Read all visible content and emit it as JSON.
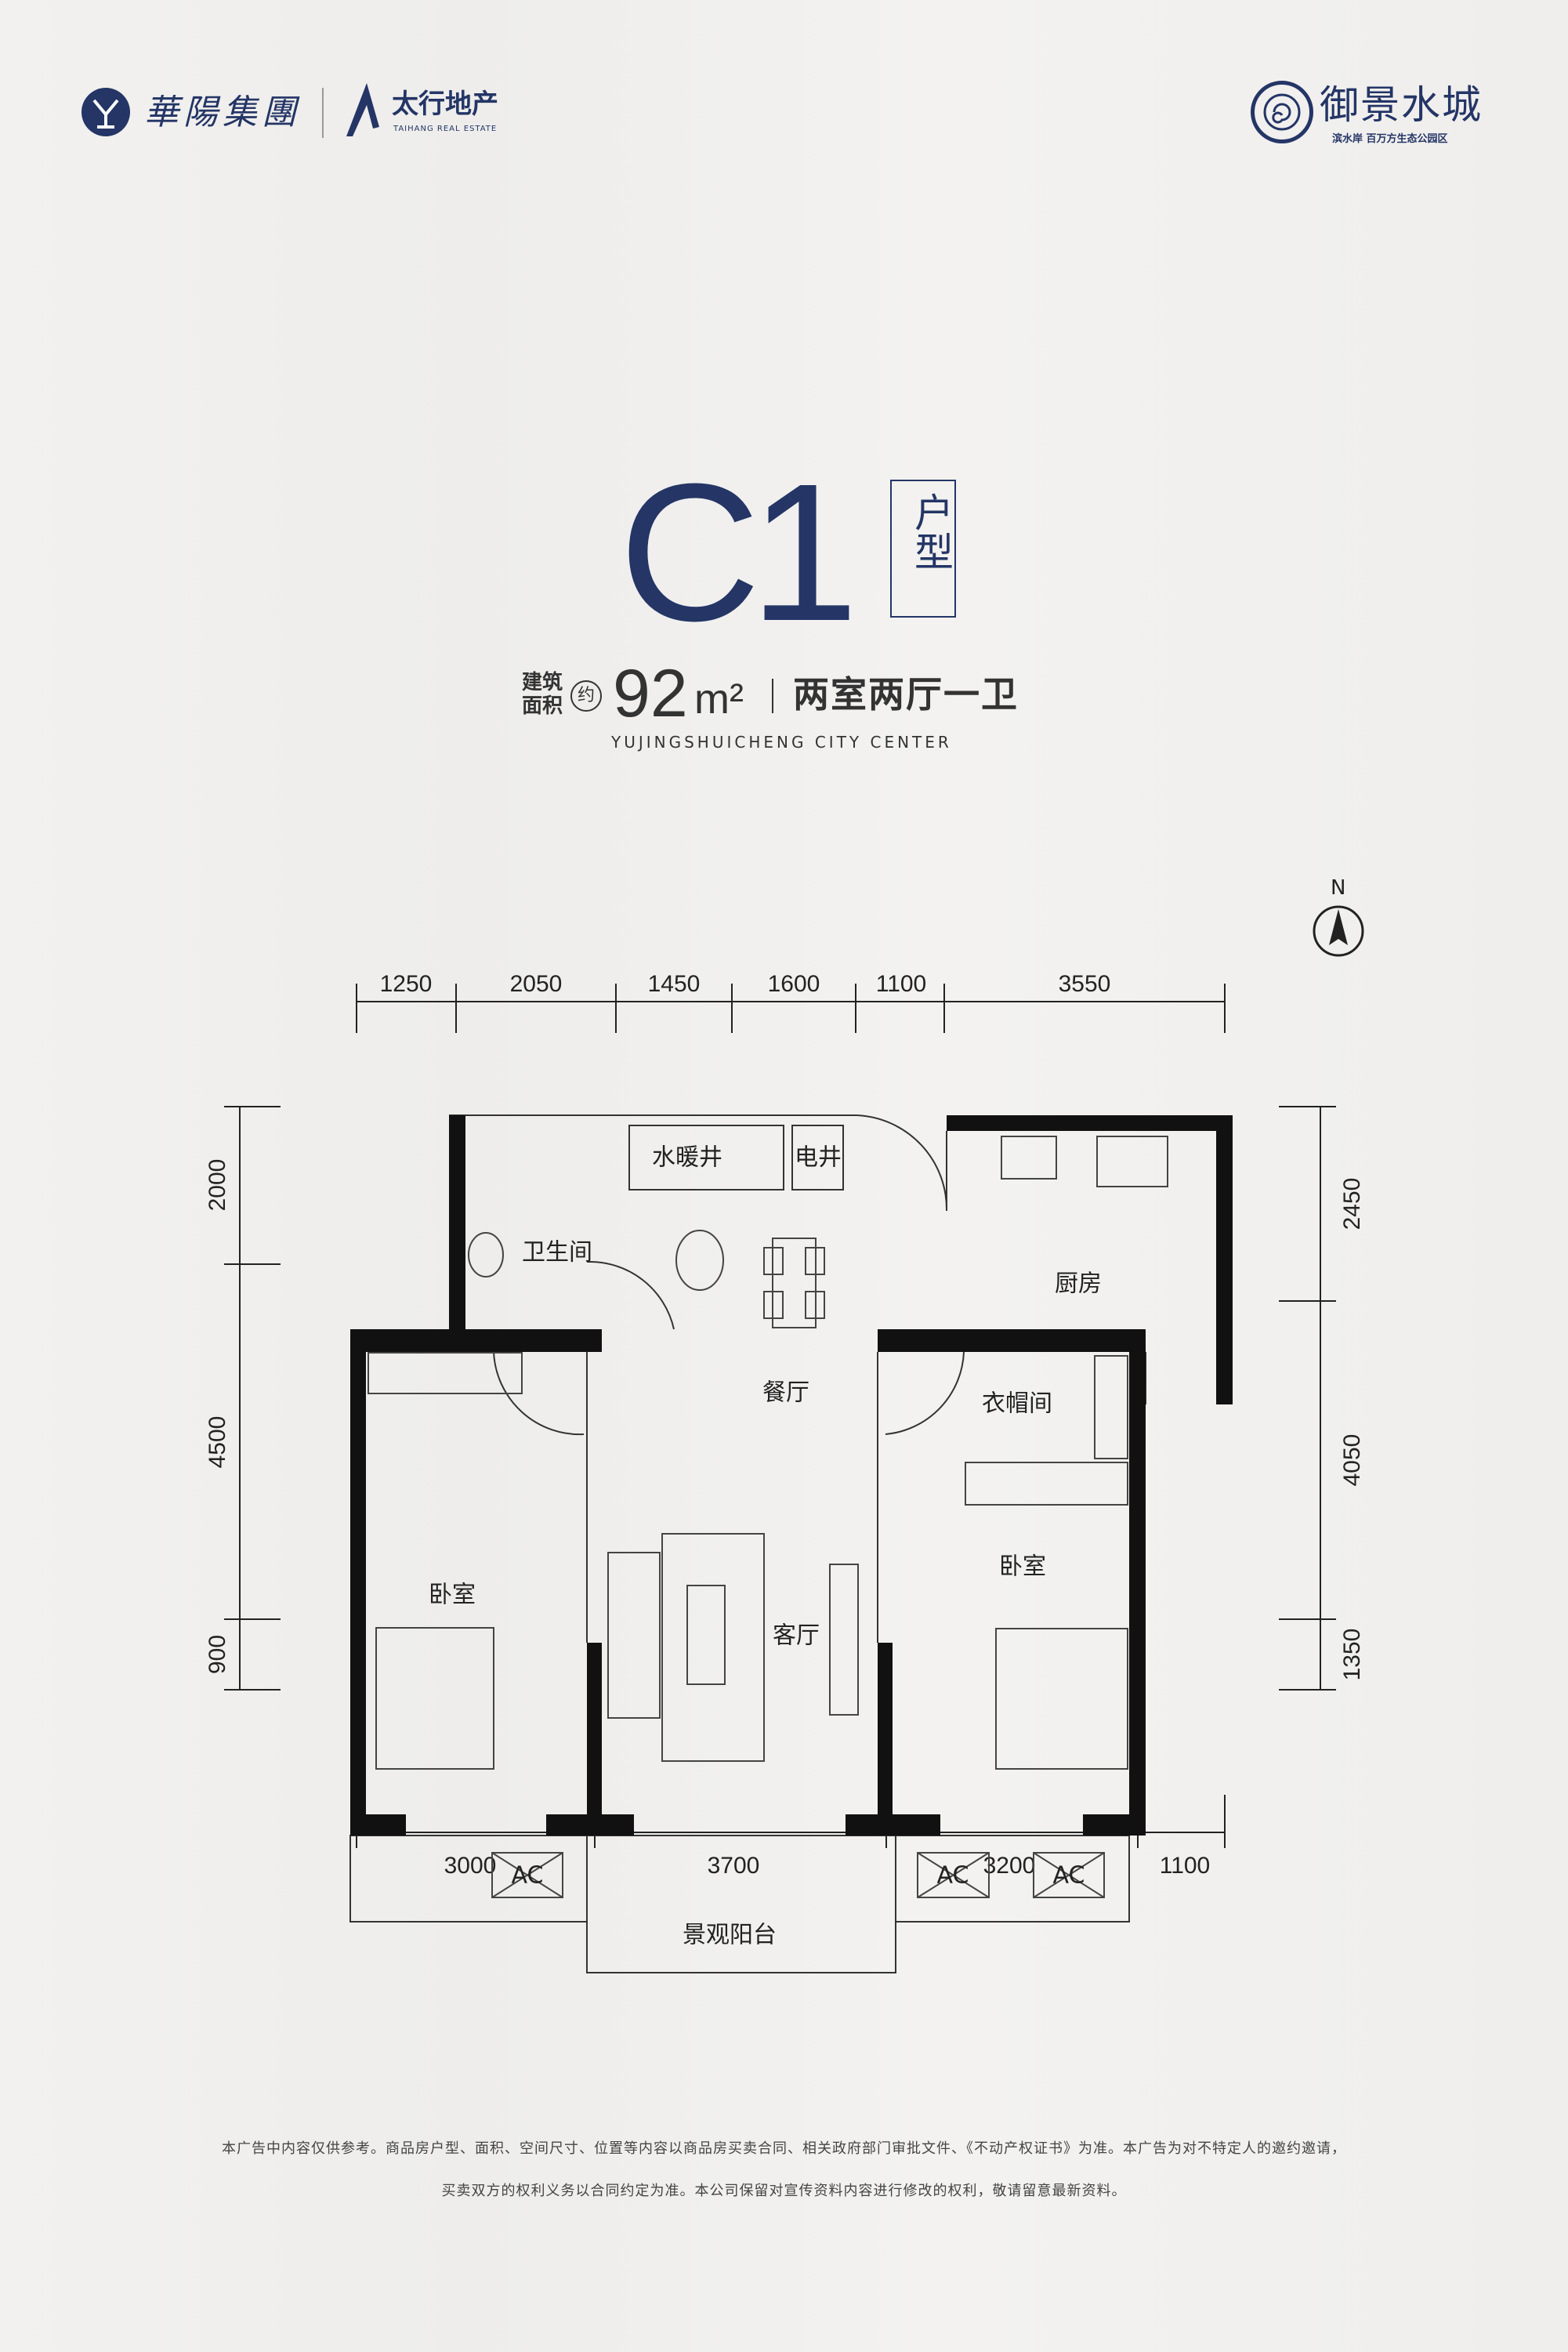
{
  "header": {
    "logo_left_1": "華陽集團",
    "logo_left_2": "太行地产",
    "logo_left_2_en": "TAIHANG REAL ESTATE",
    "logo_right": "御景水城",
    "logo_right_tagline": "滨水岸 百万方生态公园区"
  },
  "title": {
    "unit_code": "C1",
    "unit_suffix": "户型",
    "area_label_1": "建筑",
    "area_label_2": "面积",
    "approx": "约",
    "area_value": "92",
    "area_unit": "m²",
    "layout": "两室两厅一卫",
    "english": "YUJINGSHUICHENG CITY CENTER"
  },
  "compass": {
    "label": "N"
  },
  "dimensions": {
    "top": [
      "1250",
      "2050",
      "1450",
      "1600",
      "1100",
      "3550"
    ],
    "bottom": [
      "3000",
      "3700",
      "3200",
      "1100"
    ],
    "left": [
      "2000",
      "4500",
      "900"
    ],
    "right": [
      "2450",
      "4050",
      "1350"
    ]
  },
  "rooms": {
    "bathroom": "卫生间",
    "water_shaft": "水暖井",
    "electric_shaft": "电井",
    "kitchen": "厨房",
    "dining": "餐厅",
    "cloakroom": "衣帽间",
    "bedroom_left": "卧室",
    "bedroom_right": "卧室",
    "living": "客厅",
    "balcony": "景观阳台",
    "ac": "AC"
  },
  "disclaimer": {
    "line1": "本广告中内容仅供参考。商品房户型、面积、空间尺寸、位置等内容以商品房买卖合同、相关政府部门审批文件、《不动产权证书》为准。本广告为对不特定人的邀约邀请，",
    "line2": "买卖双方的权利义务以合同约定为准。本公司保留对宣传资料内容进行修改的权利，敬请留意最新资料。"
  },
  "colors": {
    "brand": "#243566",
    "background": "#f1f0ee",
    "wall": "#111111"
  }
}
